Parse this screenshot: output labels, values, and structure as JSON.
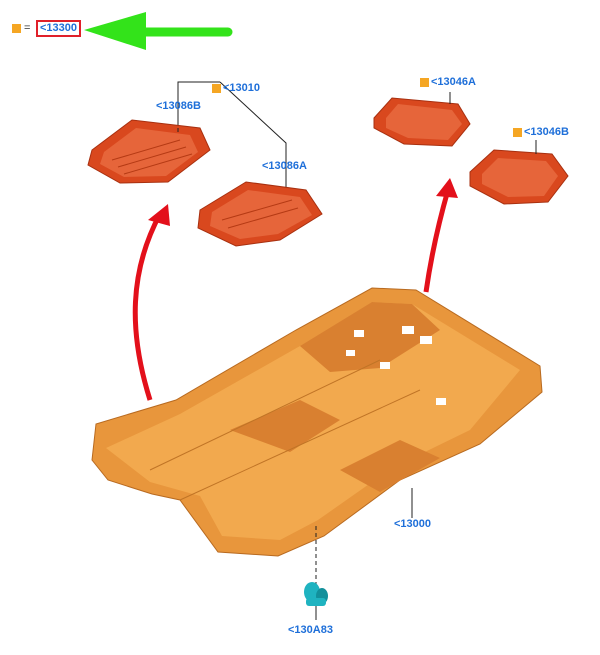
{
  "legend": {
    "equals": "=",
    "part_code": "<13300"
  },
  "labels": {
    "mat_set": "<13010",
    "front_left_mat": "<13086B",
    "front_right_mat": "<13086A",
    "rear_left_mat": "<13046A",
    "rear_right_mat": "<13046B",
    "floor_carpet": "<13000",
    "retainer_clip": "<130A83"
  },
  "colors": {
    "accent_square": "#f5a623",
    "label_blue": "#1e6fd9",
    "mat_red": "#d9481e",
    "carpet_orange": "#e8963c",
    "arrow_red": "#e3101b",
    "arrow_green": "#33e31a",
    "clip_teal": "#1fb3c0"
  },
  "icons": [
    "legend-square-icon",
    "green-arrow-icon",
    "red-arrow-icon",
    "retainer-clip-icon"
  ]
}
